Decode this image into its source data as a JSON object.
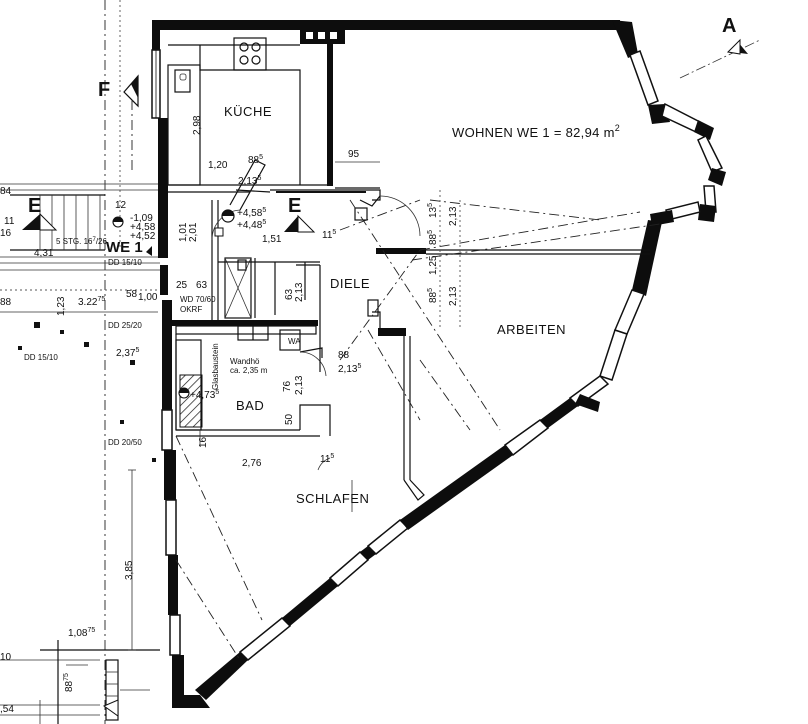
{
  "rooms": {
    "kueche": "KÜCHE",
    "wohnen": "WOHNEN  WE 1 = 82,94 m",
    "wohnen_sup": "2",
    "diele": "DIELE",
    "arbeiten": "ARBEITEN",
    "bad": "BAD",
    "schlafen": "SCHLAFEN",
    "wa": "WA",
    "we1": "WE 1"
  },
  "section_marks": {
    "a": "A",
    "f": "F",
    "e_left": "E",
    "e_center": "E"
  },
  "labels": {
    "stg": "5 STG. 16",
    "stg_sup": "7",
    "stg_tail": "/26",
    "dd_15_10_a": "DD 15/10",
    "dd_25_20": "DD 25/20",
    "dd_15_10_b": "DD 15/10",
    "dd_20_50": "DD 20/50",
    "wd": "WD 70/60",
    "okrf": "OKRF",
    "wandhoehe": "Wandhö",
    "wandhoehe2": "ca. 2,35 m",
    "glasbaustein": "Glasbaustein"
  },
  "dims": {
    "d_298": "2,98",
    "d_120": "1,20",
    "d_88_a": "88",
    "d_88_a_sup": "5",
    "d_213_a": "2,13",
    "d_213_a_sup": "5",
    "d_95": "95",
    "d_458": "+4,58",
    "d_458_sup": "5",
    "d_448": "+4,48",
    "d_448_sup": "5",
    "d_151": "1,51",
    "d_109": "-1,09",
    "d_458b": "+4,58",
    "d_452": "+4,52",
    "d_101": "1,01",
    "d_201": "2,01",
    "d_84": "84",
    "d_11": "11",
    "d_16": "16",
    "d_12": "12",
    "d_431": "4,31",
    "d_25": "25",
    "d_63": "63",
    "d_63b": "63",
    "d_213_b": "2,13",
    "d_88": "88",
    "d_322": "3.22",
    "d_322_sup": "75",
    "d_58": "58",
    "d_100": "1,00",
    "d_123": "1,23",
    "d_237": "2,37",
    "d_237_sup": "5",
    "d_88_c": "88",
    "d_213_c": "2,13",
    "d_213_c_sup": "5",
    "d_76": "76",
    "d_213_d": "2,13",
    "d_50": "50",
    "d_473": "+4,73",
    "d_473_sup": "5",
    "d_16b": "16",
    "d_276": "2,76",
    "d_11_b": "11",
    "d_11_b_sup": "5",
    "d_385": "3,85",
    "d_108": "1,08",
    "d_108_sup": "75",
    "d_88_d": "88",
    "d_88_d_sup": "5",
    "d_13": "13",
    "d_13_sup": "5",
    "d_213_e": "2,13",
    "d_125": "1,25",
    "d_885": "88",
    "d_885_sup": "5",
    "d_2135": "2,13",
    "d_054": ",54",
    "d_10": "10",
    "d_88_e": "88",
    "d_88_e_sup": "75",
    "d_115": "11",
    "d_115_sup": "5"
  }
}
